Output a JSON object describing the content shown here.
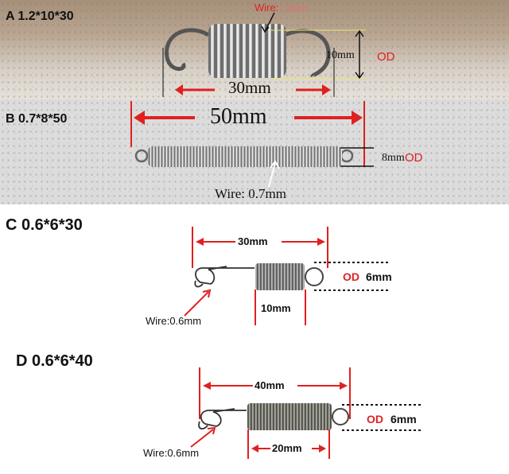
{
  "panels": {
    "a": {
      "label": "A 1.2*10*30",
      "wire_prefix": "Wire:",
      "wire_value": "1.2mm",
      "length": "30mm",
      "od_value": "10mm",
      "od_label": "OD"
    },
    "b": {
      "label": "B 0.7*8*50",
      "length": "50mm",
      "od_value": "8mm",
      "od_label": "OD",
      "wire": "Wire: 0.7mm"
    },
    "c": {
      "label": "C 0.6*6*30",
      "length": "30mm",
      "od_label": "OD",
      "od_value": "6mm",
      "body_length": "10mm",
      "wire": "Wire:0.6mm"
    },
    "d": {
      "label": "D 0.6*6*40",
      "length": "40mm",
      "od_label": "OD",
      "od_value": "6mm",
      "body_length": "20mm",
      "wire": "Wire:0.6mm"
    }
  }
}
